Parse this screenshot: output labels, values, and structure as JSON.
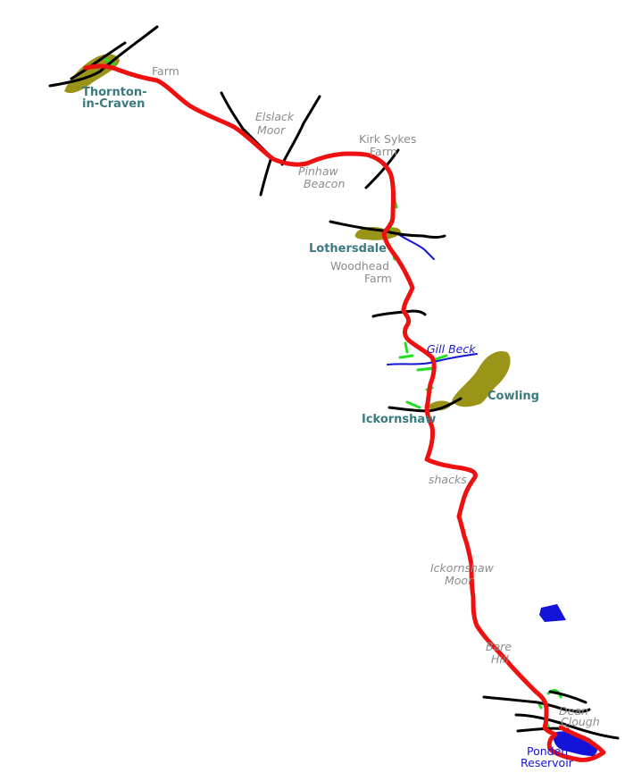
{
  "labels": {
    "thornton_1": "Thornton-",
    "thornton_2": "in-Craven",
    "farm_top": "Farm",
    "elslack_1": "Elslack",
    "elslack_2": "Moor",
    "kirk_sykes_1": "Kirk Sykes",
    "kirk_sykes_2": "Farm",
    "pinhaw_1": "Pinhaw",
    "pinhaw_2": "Beacon",
    "lothersdale": "Lothersdale",
    "woodhead_1": "Woodhead",
    "woodhead_2": "Farm",
    "gill_beck": "Gill Beck",
    "cowling": "Cowling",
    "ickornshaw": "Ickornshaw",
    "shacks": "shacks",
    "ickornshaw_moor_1": "Ickornshaw",
    "ickornshaw_moor_2": "Moor",
    "bare_hill_1": "Bare",
    "bare_hill_2": "Hill",
    "dean_clough_1": "Dean",
    "dean_clough_2": "Clough",
    "ponden_1": "Ponden",
    "ponden_2": "Reservoir"
  },
  "colors": {
    "route": "#ee1111",
    "road": "#000000",
    "settlement": "#9a9418",
    "woodland": "#22dd22",
    "water": "#1414d8",
    "town_label": "#3a7a7e",
    "feature_label": "#8c8c8c"
  }
}
